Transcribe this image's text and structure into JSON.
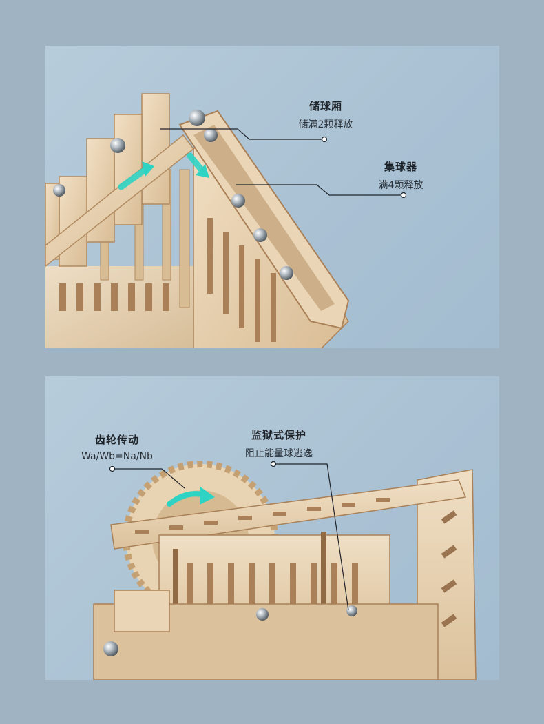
{
  "top_panel": {
    "callouts": [
      {
        "title": "储球厢",
        "subtitle": "储满2颗释放"
      },
      {
        "title": "集球器",
        "subtitle": "满4颗释放"
      }
    ]
  },
  "bottom_panel": {
    "callouts": [
      {
        "title": "齿轮传动",
        "subtitle": "Wa/Wb=Na/Nb"
      },
      {
        "title": "监狱式保护",
        "subtitle": "阻止能量球逃逸"
      }
    ]
  },
  "colors": {
    "background": "#9fb3c2",
    "panel": "#b0c6d6",
    "wood": "#e6cfae",
    "wood_dark": "#b98e62",
    "arrow": "#2fd3c4",
    "steel": "#9aa3ab"
  }
}
